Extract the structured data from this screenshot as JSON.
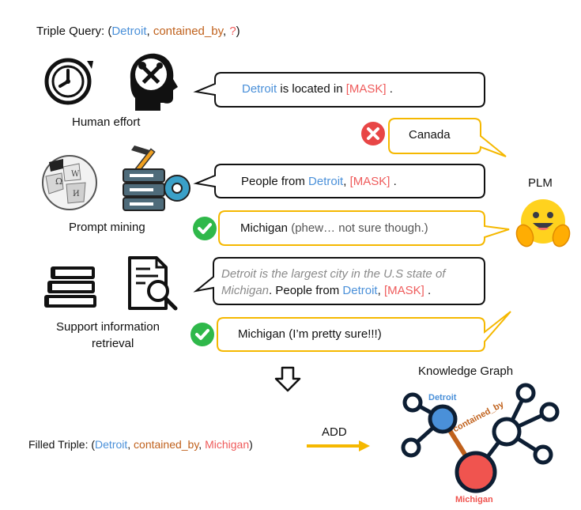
{
  "query": {
    "label": "Triple Query: ",
    "open": "(",
    "subject": "Detroit",
    "sep1": ", ",
    "relation": "contained_by",
    "sep2": ", ",
    "object": "?",
    "close": ")"
  },
  "methods": {
    "human": "Human effort",
    "mining": "Prompt mining",
    "support_line1": "Support information",
    "support_line2": "retrieval"
  },
  "prompts": {
    "p1_subject": "Detroit",
    "p1_text": " is located in ",
    "p1_mask": "[MASK]",
    "p1_end": " .",
    "p2_text": "People from ",
    "p2_subject": "Detroit",
    "p2_comma": ", ",
    "p2_mask": "[MASK]",
    "p2_end": " .",
    "p3_ctx1": "Detroit is the largest city in the U.S state of",
    "p3_ctx2": "Michigan",
    "p3_text": ". People from ",
    "p3_subject": "Detroit",
    "p3_comma": ", ",
    "p3_mask": "[MASK]",
    "p3_end": " ."
  },
  "answers": {
    "a1": "Canada",
    "a2_main": "Michigan ",
    "a2_note": "(phew… not sure though.)",
    "a3": "Michigan (I’m pretty sure!!!)"
  },
  "plm_label": "PLM",
  "filled": {
    "label": "Filled Triple: ",
    "open": "(",
    "subject": "Detroit",
    "sep1": ", ",
    "relation": "contained_by",
    "sep2": ", ",
    "object": "Michigan",
    "close": ")"
  },
  "add_label": "ADD",
  "kg": {
    "title": "Knowledge Graph",
    "node_detroit": "Detroit",
    "edge_label": "contained_by",
    "node_michigan": "Michigan"
  },
  "colors": {
    "subject": "#4a90d9",
    "relation": "#c0611c",
    "mask": "#ef5b5b",
    "bubble_orange": "#f5b800",
    "check_green": "#2fb84a",
    "cross_red": "#e84646"
  }
}
